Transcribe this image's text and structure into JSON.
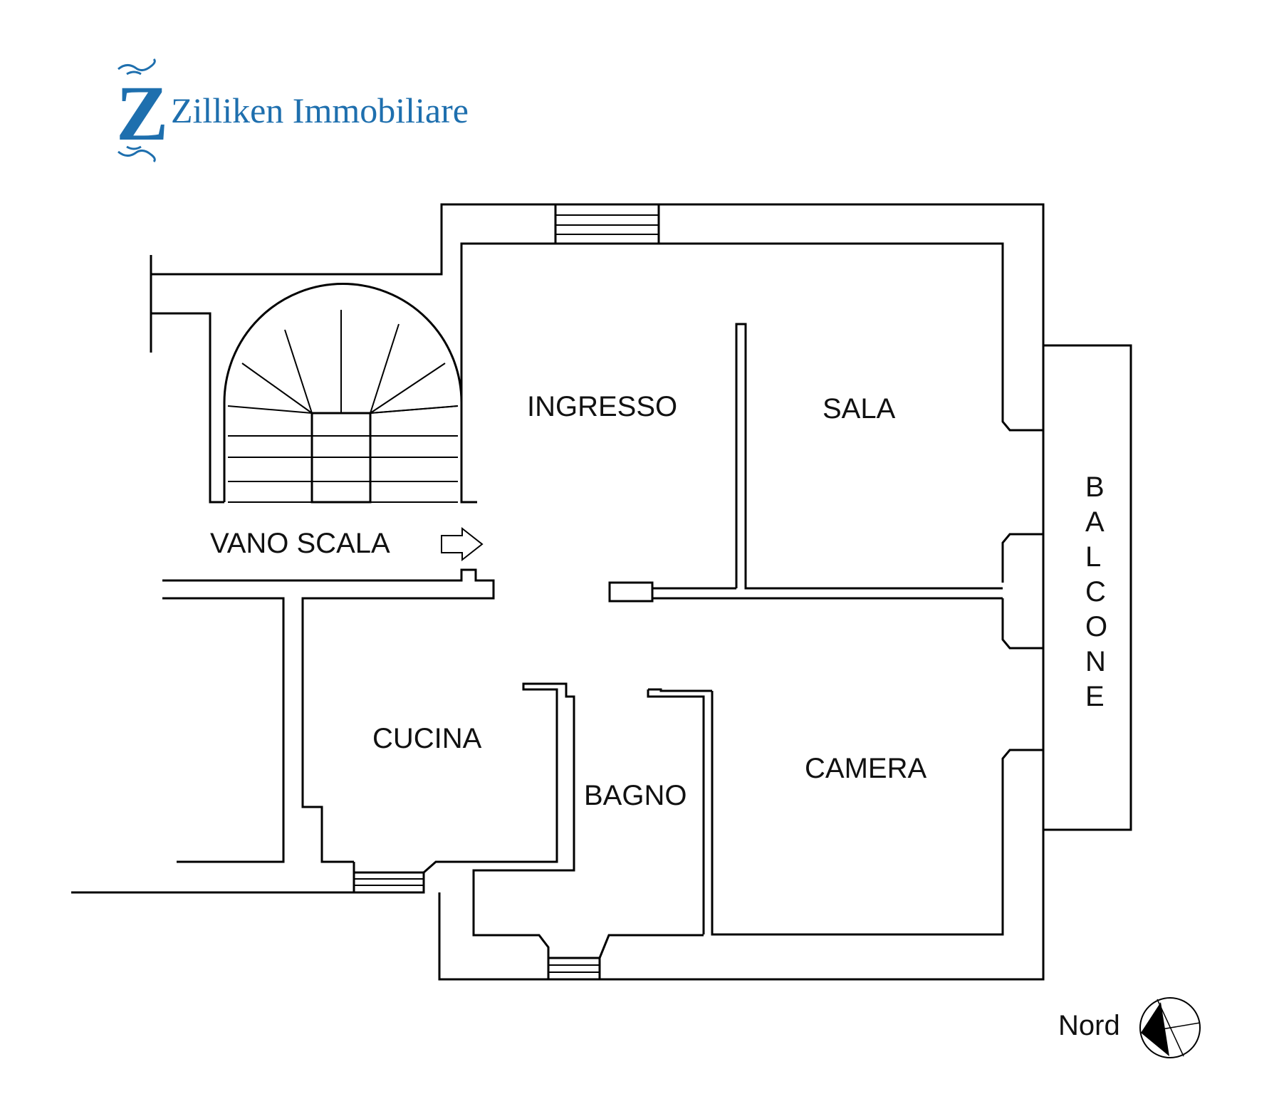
{
  "brand": {
    "logo_letter": "Z",
    "name": "Zilliken Immobiliare",
    "color": "#1e6fae"
  },
  "rooms": {
    "ingresso": "INGRESSO",
    "sala": "SALA",
    "vano_scala": "VANO SCALA",
    "cucina": "CUCINA",
    "bagno": "BAGNO",
    "camera": "CAMERA"
  },
  "balcone": [
    "B",
    "A",
    "L",
    "C",
    "O",
    "N",
    "E"
  ],
  "compass": {
    "label": "Nord",
    "icon": "north-arrow-icon"
  },
  "colors": {
    "wall": "#000000",
    "background": "#ffffff"
  }
}
